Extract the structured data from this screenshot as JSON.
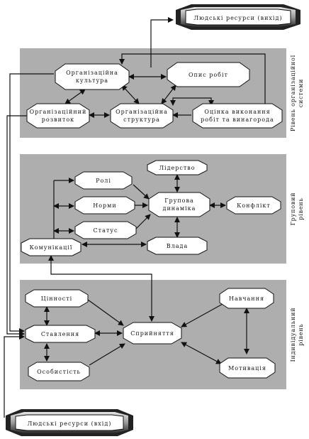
{
  "banners": {
    "output": "Людські ресурси (вихід)",
    "input": "Людські ресурси (вхід)"
  },
  "levels": {
    "organizational": {
      "line1": "Рівень організаційної",
      "line2": "системи"
    },
    "group": {
      "line1": "Груповий",
      "line2": "рівень"
    },
    "individual": {
      "line1": "Індивідуальний",
      "line2": "рівень"
    }
  },
  "nodes": {
    "org_culture": {
      "line1": "Організаційна",
      "line2": "культура"
    },
    "work_design": {
      "line1": "Опис робіт",
      "line2": ""
    },
    "org_development": {
      "line1": "Організаційний",
      "line2": "розвиток"
    },
    "org_structure": {
      "line1": "Організаційна",
      "line2": "структура"
    },
    "performance_eval": {
      "line1": "Оцінка виконання",
      "line2": "робіт та винагорода"
    },
    "leadership": "Лідерство",
    "roles": "Ролі",
    "norms": "Норми",
    "group_dynamics": {
      "line1": "Групова",
      "line2": "динаміка"
    },
    "conflict": "Конфлікт",
    "status": "Статус",
    "power": "Влада",
    "communications": "Комунікації",
    "values": "Цінності",
    "learning": "Навчання",
    "attitudes": "Ставлення",
    "perception": "Сприйняття",
    "personality": "Особистість",
    "motivation": "Мотивація"
  },
  "colors": {
    "band": "#aeaeae",
    "banner_dark": "#2a2a2a",
    "banner_light": "#d8d8d8"
  }
}
